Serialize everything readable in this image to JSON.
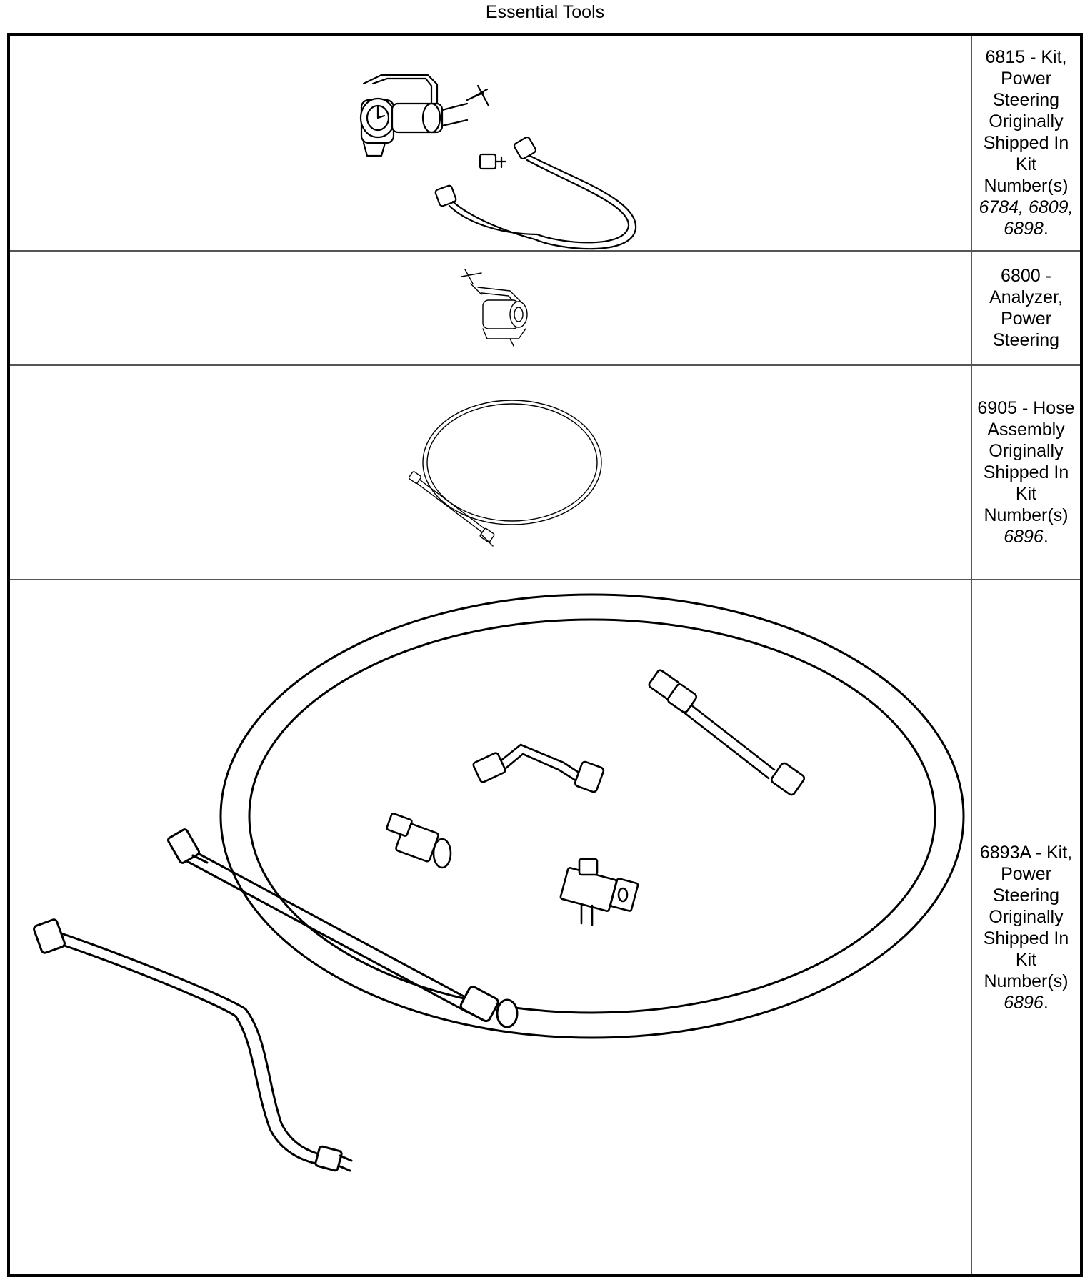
{
  "title": "Essential Tools",
  "tools": [
    {
      "label": "6815 - Kit, Power Steering Originally Shipped In Kit Number(s)",
      "kits": "6784, 6809, 6898",
      "kits_suffix": ".",
      "image": "power-steering-kit-6815"
    },
    {
      "label": "6800 - Analyzer, Power Steering",
      "kits": "",
      "kits_suffix": "",
      "image": "power-steering-analyzer-6800"
    },
    {
      "label": "6905 - Hose Assembly Originally Shipped In Kit Number(s)",
      "kits": "6896",
      "kits_suffix": ".",
      "image": "hose-assembly-6905"
    },
    {
      "label": "6893A - Kit, Power Steering Originally Shipped In Kit Number(s)",
      "kits": "6896",
      "kits_suffix": ".",
      "image": "power-steering-kit-6893a"
    }
  ]
}
